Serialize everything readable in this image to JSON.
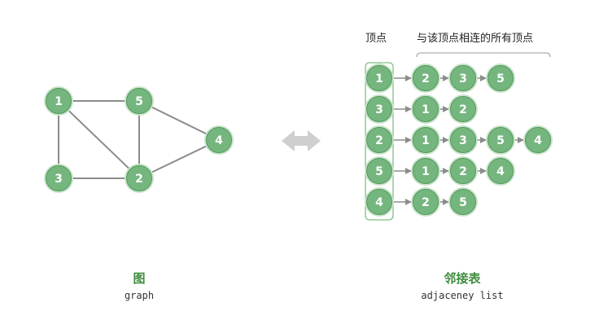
{
  "colors": {
    "node_fill": "#75b67f",
    "node_ring": "#c9e3cb",
    "node_stroke": "#4f9a58",
    "node_text": "#ffffff",
    "edge": "#8c8c8c",
    "arrow_double": "#cfcfcf",
    "caption": "#3d8c3d",
    "list_box": "#7fbf84"
  },
  "graph": {
    "nodes": [
      "1",
      "5",
      "4",
      "3",
      "2"
    ],
    "edges": [
      [
        "1",
        "5"
      ],
      [
        "1",
        "3"
      ],
      [
        "1",
        "2"
      ],
      [
        "5",
        "2"
      ],
      [
        "5",
        "4"
      ],
      [
        "3",
        "2"
      ],
      [
        "2",
        "4"
      ]
    ],
    "caption_title": "图",
    "caption_sub": "graph"
  },
  "adjacency": {
    "header_vertex": "顶点",
    "header_neighbors": "与该顶点相连的所有顶点",
    "rows": [
      {
        "vertex": "1",
        "neighbors": [
          "2",
          "3",
          "5"
        ]
      },
      {
        "vertex": "3",
        "neighbors": [
          "1",
          "2"
        ]
      },
      {
        "vertex": "2",
        "neighbors": [
          "1",
          "3",
          "5",
          "4"
        ]
      },
      {
        "vertex": "5",
        "neighbors": [
          "1",
          "2",
          "4"
        ]
      },
      {
        "vertex": "4",
        "neighbors": [
          "2",
          "5"
        ]
      }
    ],
    "caption_title": "邻接表",
    "caption_sub": "adjaceney list"
  },
  "double_arrow_icon": "left-right-arrow-icon"
}
